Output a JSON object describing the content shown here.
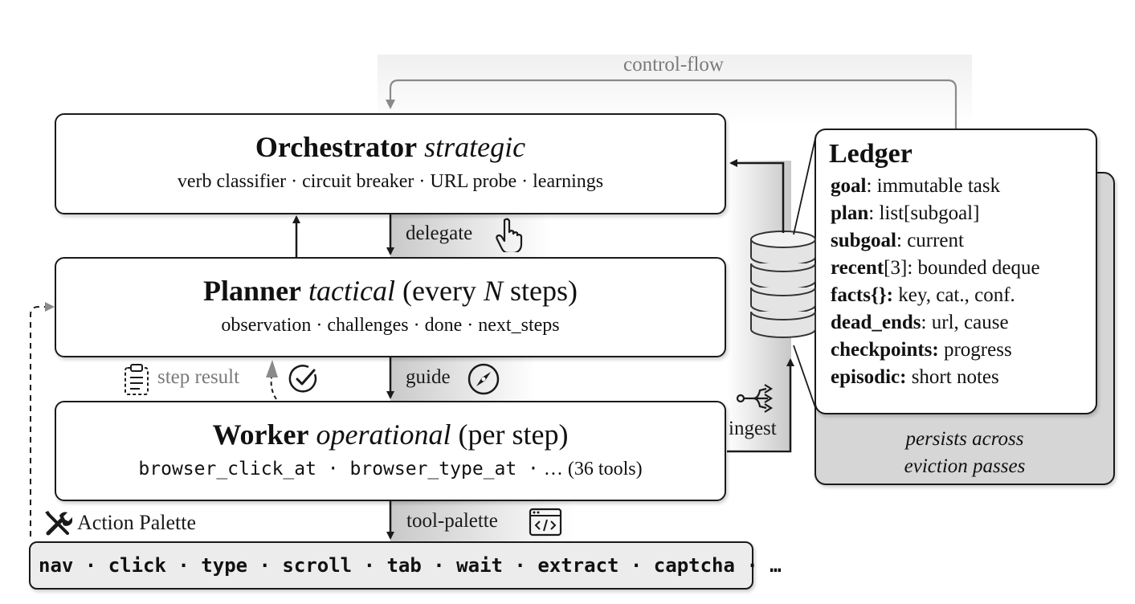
{
  "labels": {
    "control_flow": "control-flow",
    "delegate": "delegate",
    "guide": "guide",
    "step_result": "step result",
    "ingest": "ingest",
    "tool_palette": "tool-palette",
    "action_palette": "Action Palette"
  },
  "orchestrator": {
    "name": "Orchestrator",
    "role": "strategic",
    "features": "verb classifier · circuit breaker · URL probe · learnings"
  },
  "planner": {
    "name": "Planner",
    "role": "tactical",
    "schedule_pre": "(every",
    "schedule_var": "N",
    "schedule_post": "steps)",
    "features": "observation · challenges · done · next_steps"
  },
  "worker": {
    "name": "Worker",
    "role": "operational",
    "schedule": "(per step)",
    "tools_code": "browser_click_at · browser_type_at ·",
    "tools_tail": "… (36 tools)"
  },
  "palette": {
    "actions": "nav · click · type · scroll · tab · wait · extract · captcha · …"
  },
  "ledger": {
    "title": "Ledger",
    "fields": [
      {
        "key": "goal",
        "sep": ":",
        "value": " immutable task"
      },
      {
        "key": "plan",
        "sep": ":",
        "value": " list[subgoal]"
      },
      {
        "key": "subgoal",
        "sep": ":",
        "value": " current"
      },
      {
        "key": "recent",
        "sep": "[3]:",
        "value": " bounded deque"
      },
      {
        "key": "facts{}:",
        "sep": "",
        "value": " key, cat., conf."
      },
      {
        "key": "dead_ends",
        "sep": ":",
        "value": " url, cause"
      },
      {
        "key": "checkpoints:",
        "sep": "",
        "value": " progress"
      },
      {
        "key": "episodic:",
        "sep": "",
        "value": " short notes"
      }
    ],
    "persist_line1": "persists across",
    "persist_line2": "eviction passes"
  },
  "icons": {
    "delegate": "pointing-hand-icon",
    "guide": "compass-icon",
    "step_result": "clipboard-icon",
    "check": "check-circle-icon",
    "ingest": "branch-arrows-icon",
    "tool_palette": "code-window-icon",
    "action_palette": "tools-icon",
    "store": "database-icon"
  },
  "colors": {
    "ink": "#1a1a1a",
    "muted": "#7a7a7a",
    "shade": "#d4d4d4"
  }
}
